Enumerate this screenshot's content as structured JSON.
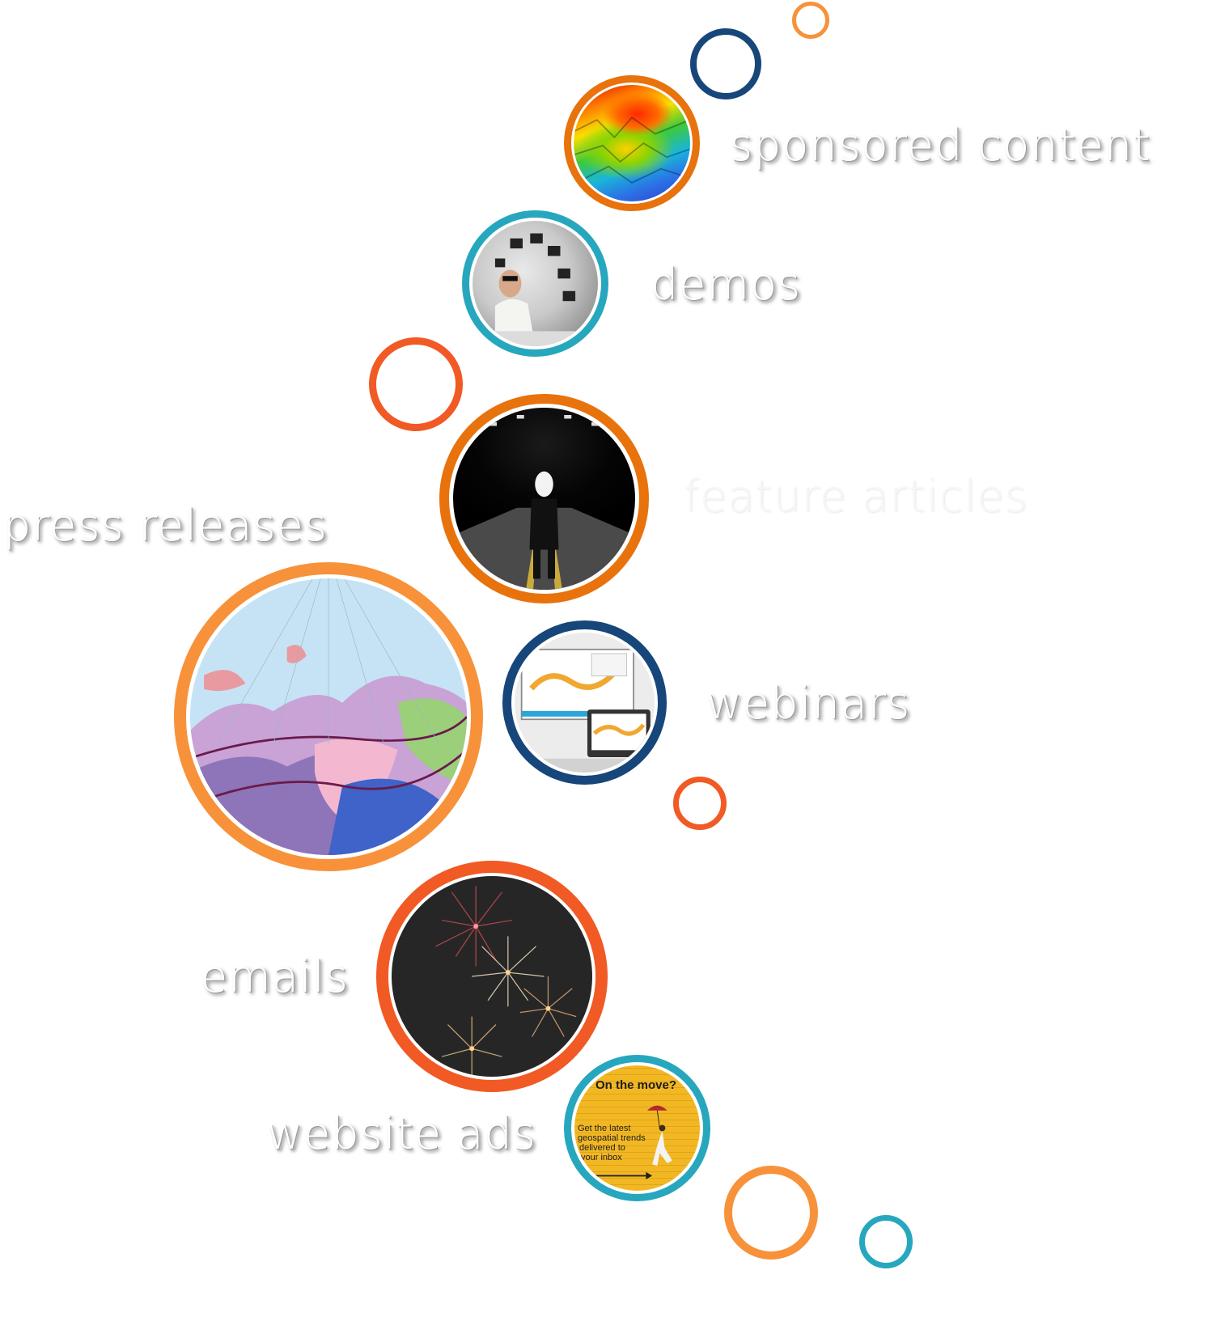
{
  "colors": {
    "orange": "#f7923a",
    "dark_orange": "#e8720c",
    "red_orange": "#f15a24",
    "navy": "#17467a",
    "teal": "#27a7bd",
    "label_text": "#ffffff"
  },
  "labels": {
    "sponsored_content": "sponsored content",
    "demos": "demos",
    "feature_articles": "feature articles",
    "press_releases": "press releases",
    "webinars": "webinars",
    "emails": "emails",
    "website_ads": "website ads"
  },
  "ad": {
    "headline": "On the move?",
    "line1": "Get the latest",
    "line2": "geospatial trends",
    "line3": "delivered to",
    "line4": "your inbox"
  },
  "bubbles": [
    {
      "name": "sponsored-content-image",
      "ring_color": "dark_orange",
      "icon": "terrain-heatmap-image"
    },
    {
      "name": "demos-image",
      "ring_color": "teal",
      "icon": "man-with-screens-image"
    },
    {
      "name": "feature-articles-image",
      "ring_color": "dark_orange",
      "icon": "person-in-tunnel-image"
    },
    {
      "name": "press-releases-image",
      "ring_color": "orange",
      "icon": "polar-map-image"
    },
    {
      "name": "webinars-image",
      "ring_color": "navy",
      "icon": "devices-map-image"
    },
    {
      "name": "emails-image",
      "ring_color": "red_orange",
      "icon": "radial-lines-map-image"
    },
    {
      "name": "website-ads-image",
      "ring_color": "teal",
      "icon": "yellow-wall-umbrella-image"
    }
  ]
}
